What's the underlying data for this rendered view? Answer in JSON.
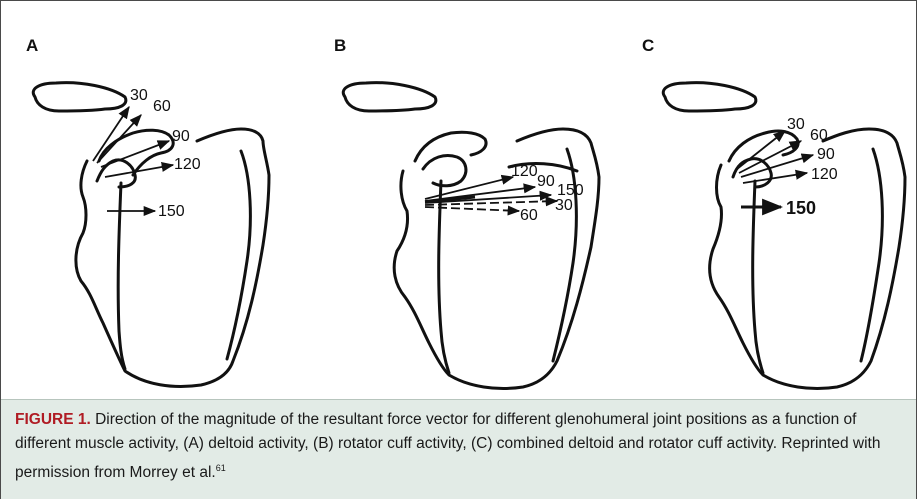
{
  "panels": [
    {
      "letter": "A",
      "angles": [
        "30",
        "60",
        "90",
        "120",
        "150"
      ]
    },
    {
      "letter": "B",
      "angles": [
        "120",
        "90",
        "150",
        "60",
        "30"
      ]
    },
    {
      "letter": "C",
      "angles": [
        "30",
        "60",
        "90",
        "120",
        "150"
      ]
    }
  ],
  "caption": {
    "label": "FIGURE 1.",
    "text": " Direction of the magnitude of the resultant force vector for different glenohumeral joint positions as a function of different muscle activity, (A) deltoid activity, (B) rotator cuff activity, (C) combined deltoid and rotator cuff activity. Reprinted with permission from Morrey et al.",
    "ref": "61"
  },
  "colors": {
    "caption_bg": "#e2ebe6",
    "caption_label": "#b01c24",
    "line": "#111111"
  }
}
